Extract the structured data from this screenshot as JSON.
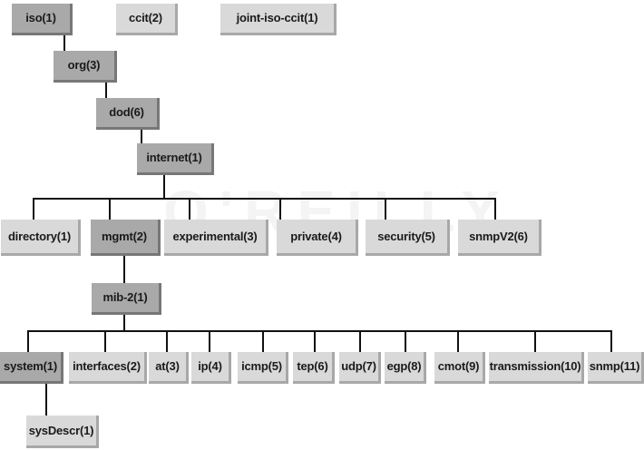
{
  "nodes": {
    "iso": "iso(1)",
    "ccit": "ccit(2)",
    "joint_iso_ccit": "joint-iso-ccit(1)",
    "org": "org(3)",
    "dod": "dod(6)",
    "internet": "internet(1)",
    "directory": "directory(1)",
    "mgmt": "mgmt(2)",
    "experimental": "experimental(3)",
    "private": "private(4)",
    "security": "security(5)",
    "snmpv2": "snmpV2(6)",
    "mib2": "mib-2(1)",
    "system": "system(1)",
    "interfaces": "interfaces(2)",
    "at": "at(3)",
    "ip": "ip(4)",
    "icmp": "icmp(5)",
    "tep": "tep(6)",
    "udp": "udp(7)",
    "egp": "egp(8)",
    "cmot": "cmot(9)",
    "transmission": "transmission(10)",
    "snmp": "snmp(11)",
    "sysdescr": "sysDescr(1)"
  },
  "colors": {
    "dark_box": "#a9a9a9",
    "light_box": "#d9d9d9",
    "line": "#111111"
  }
}
